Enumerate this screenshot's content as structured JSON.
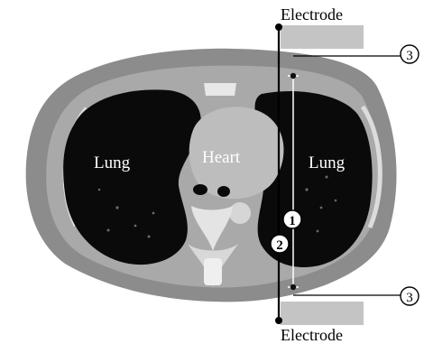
{
  "figure": {
    "electrode_top_label": "Electrode",
    "electrode_bottom_label": "Electrode",
    "tissue_labels": {
      "lung_left": "Lung",
      "heart": "Heart",
      "lung_right": "Lung"
    },
    "markers": {
      "m1": "1",
      "m2": "2",
      "m3_top": "3",
      "m3_bottom": "3"
    }
  },
  "colors": {
    "background": "#ffffff",
    "body_outer": "#8c8c8c",
    "body_inner": "#a9a9a9",
    "lung": "#0a0a0a",
    "bone": "#e4e4e4",
    "soft_tissue": "#bdbdbd",
    "electrode_pad": "#c4c4c4"
  }
}
